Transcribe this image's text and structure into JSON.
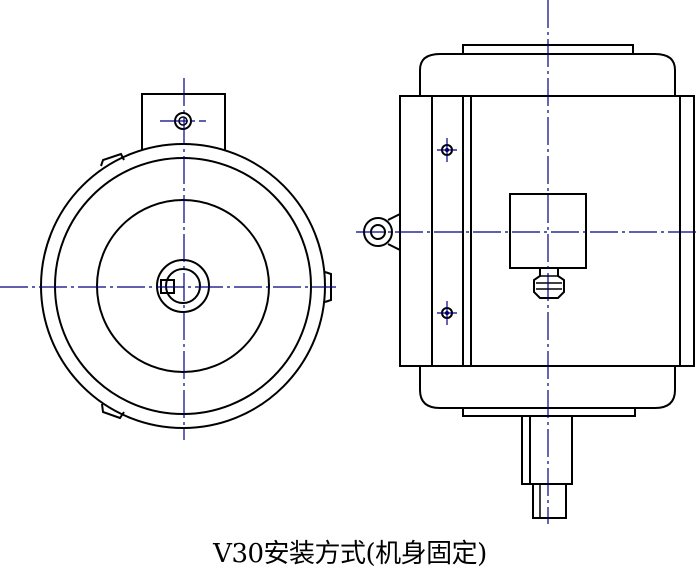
{
  "caption": "V30安装方式(机身固定)",
  "colors": {
    "outline": "#000000",
    "centerline": "#00007f",
    "background": "#ffffff"
  },
  "views": {
    "left": "end-view",
    "right": "side-view"
  }
}
